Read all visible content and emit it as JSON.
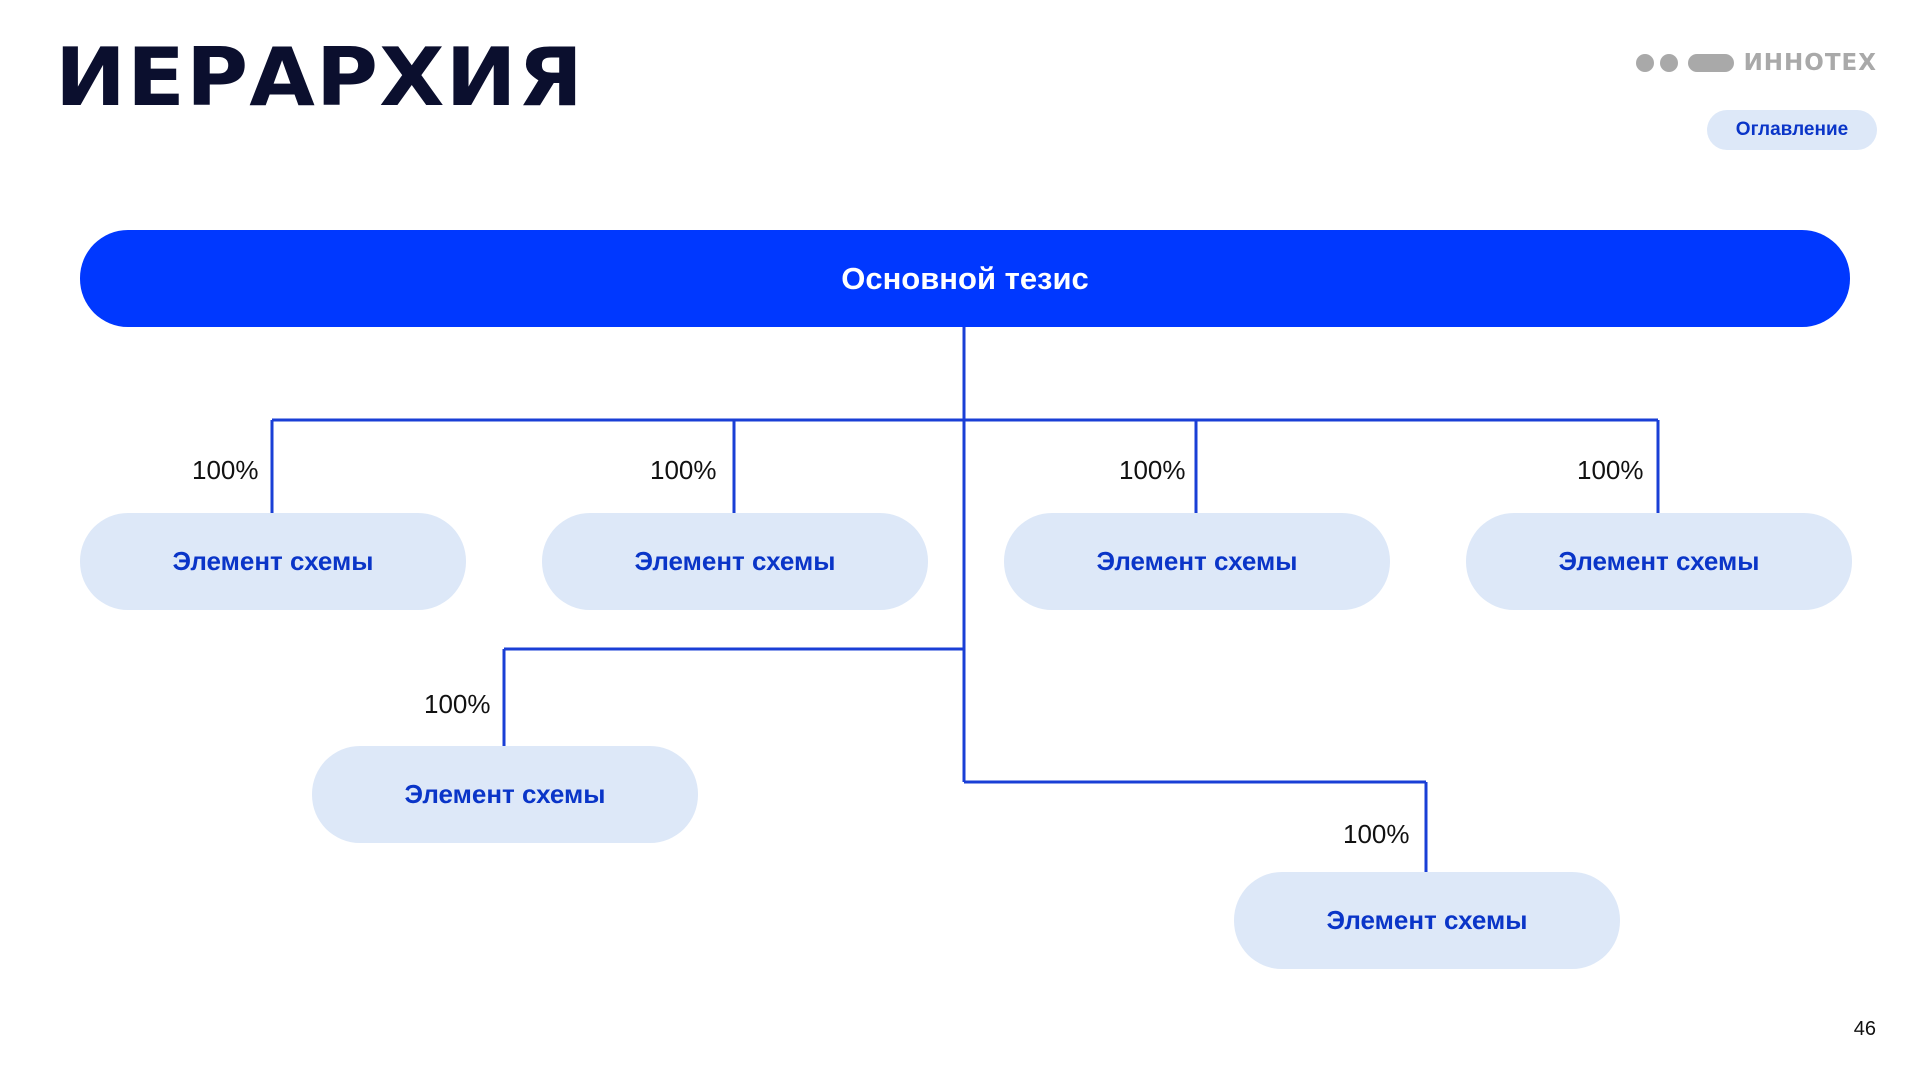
{
  "title": "ИЕРАРХИЯ",
  "logo": {
    "wordmark": "ИННОТЕХ"
  },
  "toc_button": {
    "label": "Оглавление"
  },
  "diagram": {
    "root": {
      "label": "Основной тезис"
    },
    "children": [
      {
        "label": "Элемент схемы",
        "percent": "100%"
      },
      {
        "label": "Элемент схемы",
        "percent": "100%"
      },
      {
        "label": "Элемент схемы",
        "percent": "100%"
      },
      {
        "label": "Элемент схемы",
        "percent": "100%"
      },
      {
        "label": "Элемент схемы",
        "percent": "100%"
      },
      {
        "label": "Элемент схемы",
        "percent": "100%"
      }
    ],
    "line_color": "#1a3fd6",
    "root_color": "#0038ff",
    "node_color": "#dde8f8",
    "node_text_color": "#0a35c8"
  },
  "page_number": "46"
}
